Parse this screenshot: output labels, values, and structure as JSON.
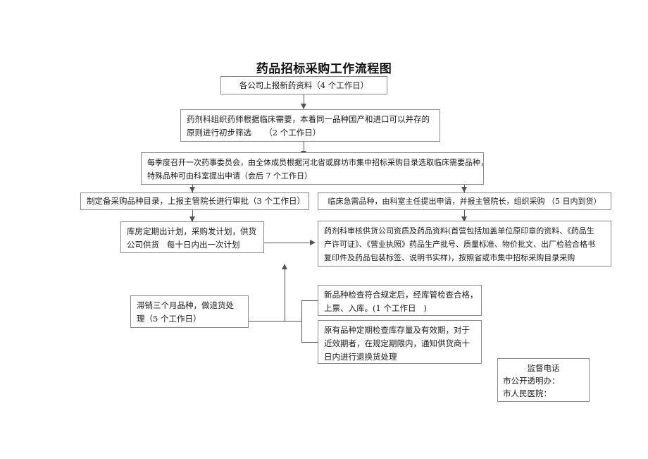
{
  "document": {
    "title": "药品招标采购工作流程图"
  },
  "nodes": {
    "n1": {
      "lines": [
        "各公司上报新药资料（4 个工作日）"
      ]
    },
    "n2": {
      "lines": [
        "药剂科组织药师根据临床需要，本着同一品种国产和进口可以并存的",
        "原则进行初步筛选     （2 个工作日）"
      ]
    },
    "n3": {
      "lines": [
        "每季度召开一次药事委员会，由全体成员根据河北省或廊坊市集中招标采购目录选取临床需要品种，",
        "特殊品种可由科室提出申请（会后 7 个工作日）"
      ]
    },
    "n4": {
      "lines": [
        "制定备采购品种目录，上报主管院长进行审批（3 个工作日）"
      ]
    },
    "n5": {
      "lines": [
        "临床急需品种，由科室主任提出申请，并报主管院长，组织采购 （5 日内到货）"
      ]
    },
    "n6": {
      "lines": [
        "库房定期出计划，采购发计划，供货",
        "公司供货   每十日内出一次计划"
      ]
    },
    "n7": {
      "lines": [
        "药剂科审核供货公司资质及药品资料(首营包括加盖单位原印章的资料、《药品生",
        "产许可证》、《营业执照》药品生产批号、质量标准、物价批文、出厂检验合格书",
        "复印件及药品包装标签、说明书实样)，按照省或市集中招标采购目录采购"
      ]
    },
    "n8": {
      "lines": [
        "新品种检查符合规定后，经库管检查合格，",
        "上票、入库。(1 个工作日   )"
      ]
    },
    "n9": {
      "lines": [
        "原有品种定期检查库存量及有效期，对于",
        "近效期者，在规定期限内，通知供货商十",
        "日内进行退换货处理"
      ]
    },
    "n10": {
      "lines": [
        "滞销三个月品种，做退货处",
        "理（5 个工作日）"
      ]
    },
    "n11": {
      "lines": [
        "监督电话",
        "市公开透明办：",
        "市人民医院："
      ]
    }
  },
  "colors": {
    "box_border": "#8a8a8a",
    "connector": "#555555",
    "text": "#1a1a1a",
    "background": "#ffffff"
  }
}
